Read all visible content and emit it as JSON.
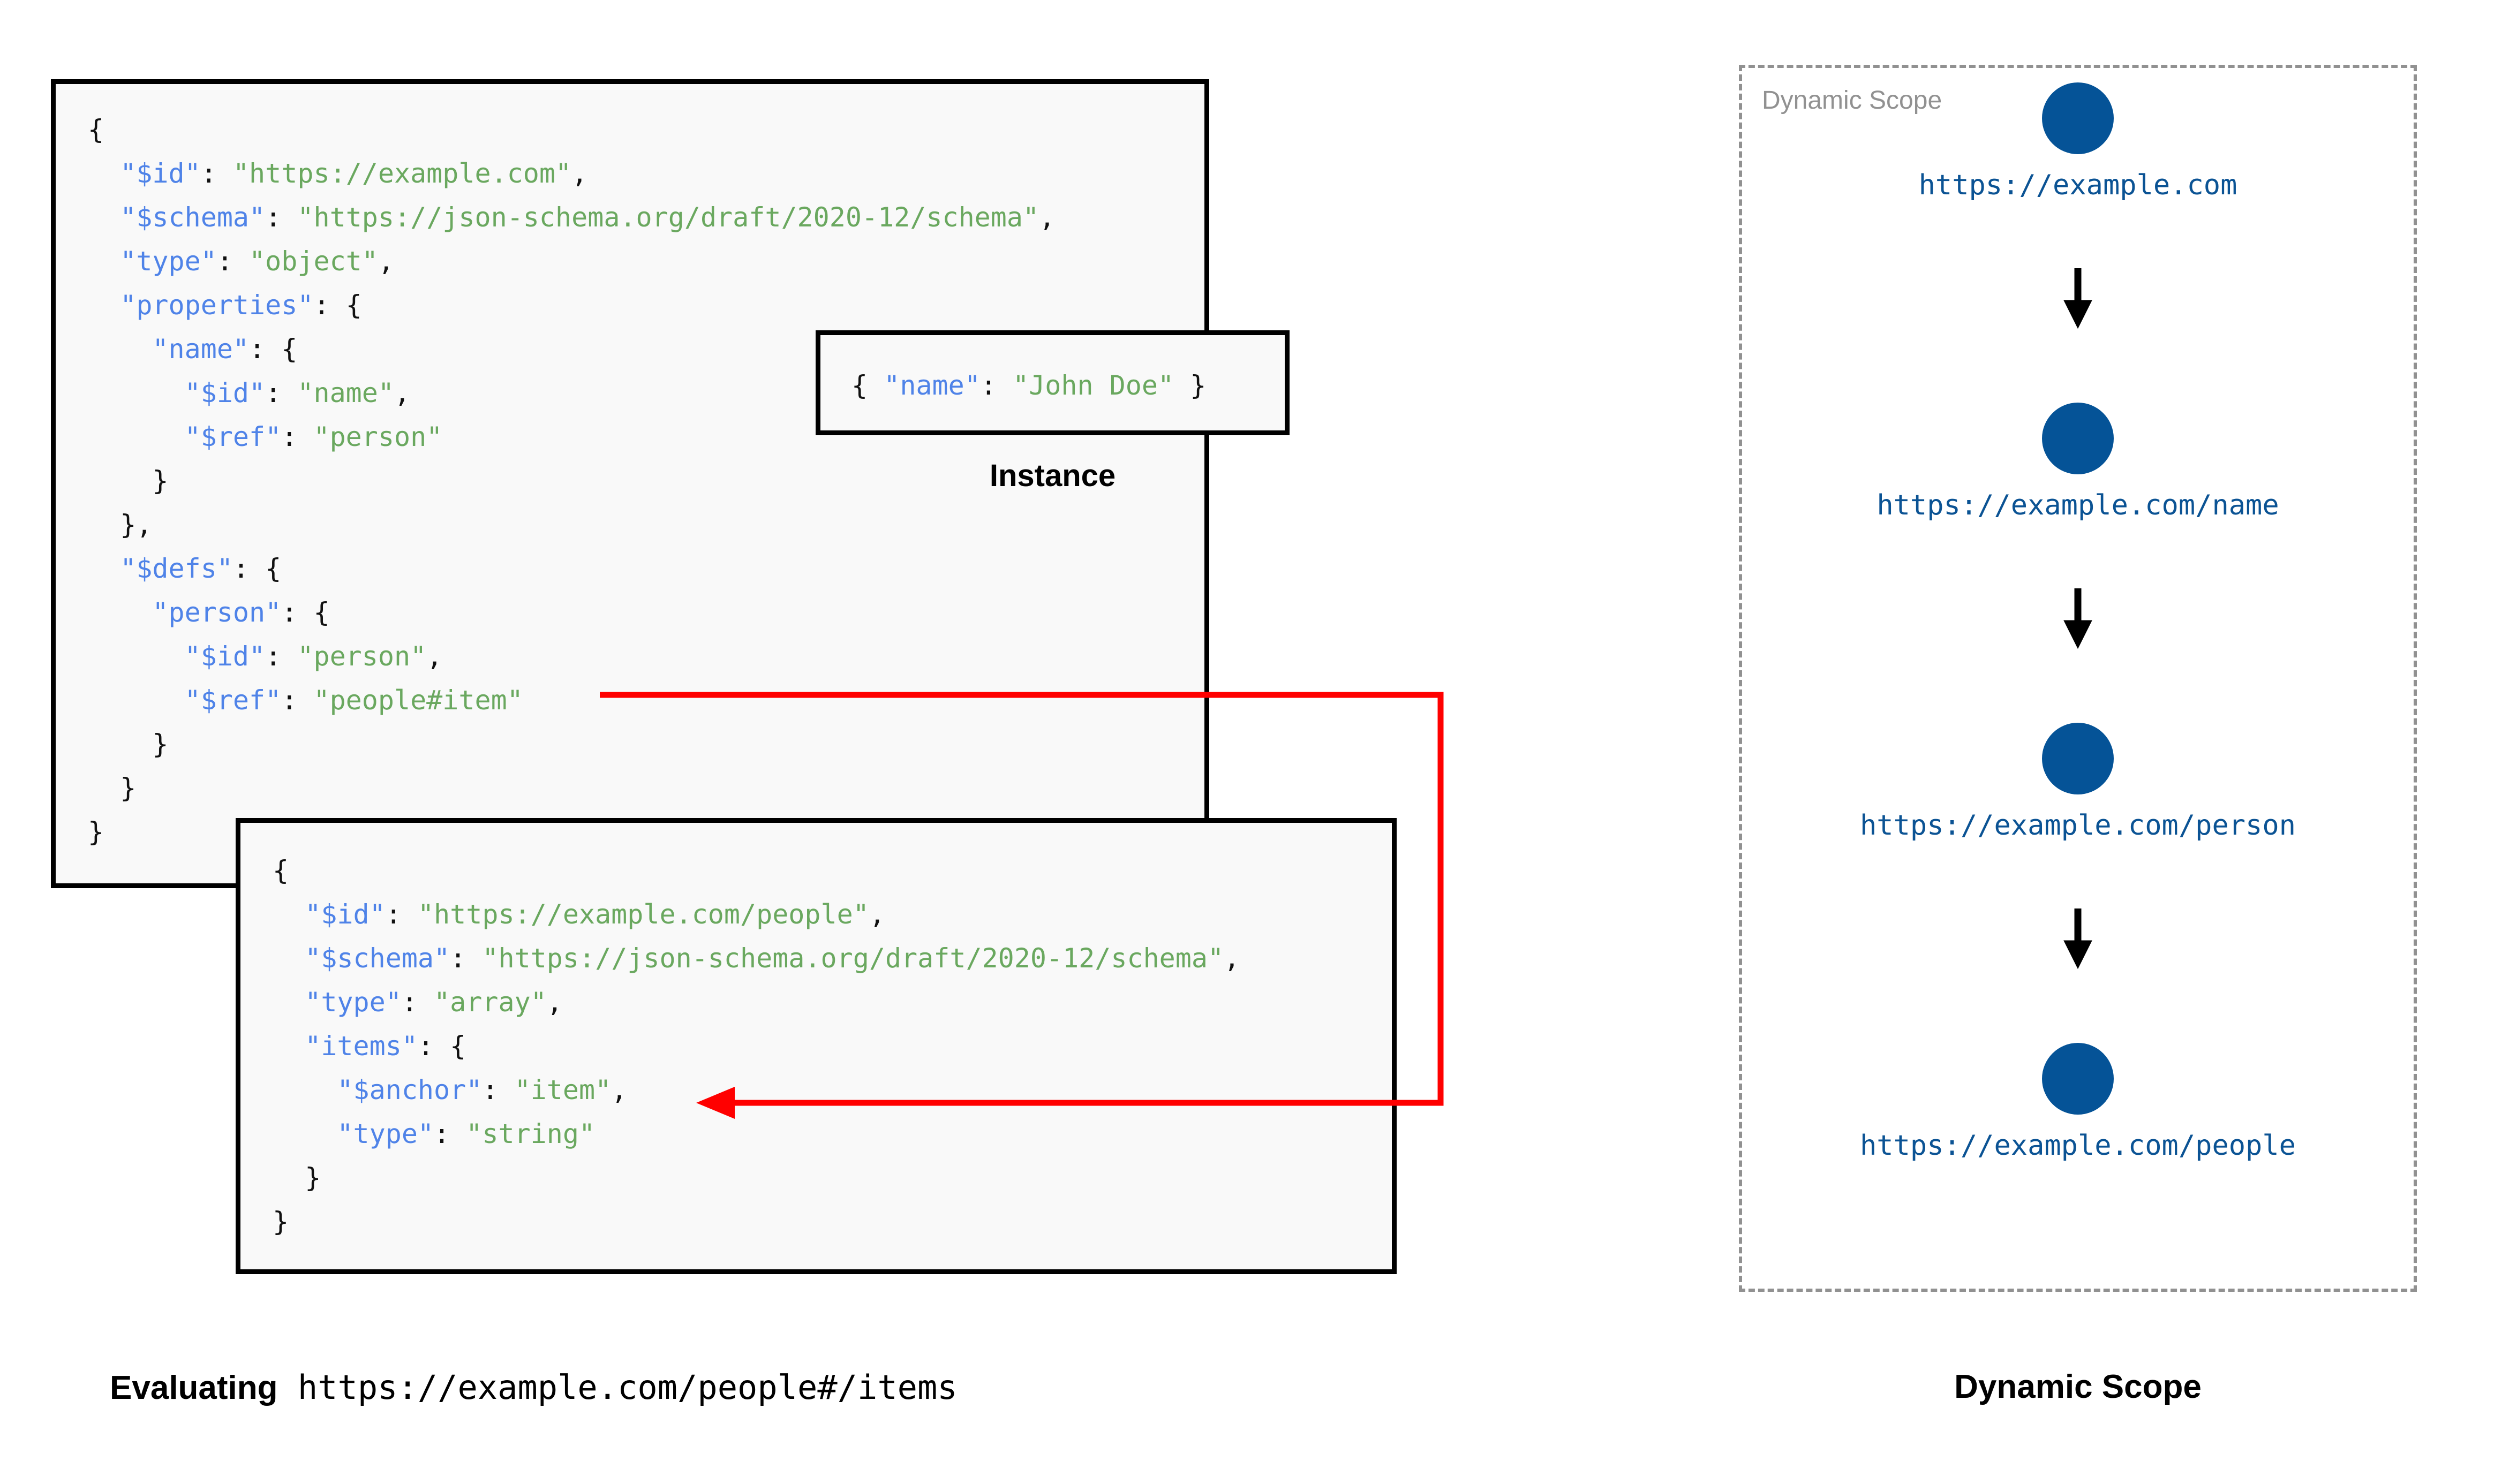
{
  "schema_root": {
    "name": "root-schema",
    "lines": [
      [
        {
          "t": "{",
          "c": "p"
        }
      ],
      [
        {
          "t": "  ",
          "c": "p"
        },
        {
          "t": "\"$id\"",
          "c": "k"
        },
        {
          "t": ": ",
          "c": "p"
        },
        {
          "t": "\"https://example.com\"",
          "c": "s"
        },
        {
          "t": ",",
          "c": "p"
        }
      ],
      [
        {
          "t": "  ",
          "c": "p"
        },
        {
          "t": "\"$schema\"",
          "c": "k"
        },
        {
          "t": ": ",
          "c": "p"
        },
        {
          "t": "\"https://json-schema.org/draft/2020-12/schema\"",
          "c": "s"
        },
        {
          "t": ",",
          "c": "p"
        }
      ],
      [
        {
          "t": "  ",
          "c": "p"
        },
        {
          "t": "\"type\"",
          "c": "k"
        },
        {
          "t": ": ",
          "c": "p"
        },
        {
          "t": "\"object\"",
          "c": "s"
        },
        {
          "t": ",",
          "c": "p"
        }
      ],
      [
        {
          "t": "  ",
          "c": "p"
        },
        {
          "t": "\"properties\"",
          "c": "k"
        },
        {
          "t": ": {",
          "c": "p"
        }
      ],
      [
        {
          "t": "    ",
          "c": "p"
        },
        {
          "t": "\"name\"",
          "c": "k"
        },
        {
          "t": ": {",
          "c": "p"
        }
      ],
      [
        {
          "t": "      ",
          "c": "p"
        },
        {
          "t": "\"$id\"",
          "c": "k"
        },
        {
          "t": ": ",
          "c": "p"
        },
        {
          "t": "\"name\"",
          "c": "s"
        },
        {
          "t": ",",
          "c": "p"
        }
      ],
      [
        {
          "t": "      ",
          "c": "p"
        },
        {
          "t": "\"$ref\"",
          "c": "k"
        },
        {
          "t": ": ",
          "c": "p"
        },
        {
          "t": "\"person\"",
          "c": "s"
        }
      ],
      [
        {
          "t": "    }",
          "c": "p"
        }
      ],
      [
        {
          "t": "  },",
          "c": "p"
        }
      ],
      [
        {
          "t": "  ",
          "c": "p"
        },
        {
          "t": "\"$defs\"",
          "c": "k"
        },
        {
          "t": ": {",
          "c": "p"
        }
      ],
      [
        {
          "t": "    ",
          "c": "p"
        },
        {
          "t": "\"person\"",
          "c": "k"
        },
        {
          "t": ": {",
          "c": "p"
        }
      ],
      [
        {
          "t": "      ",
          "c": "p"
        },
        {
          "t": "\"$id\"",
          "c": "k"
        },
        {
          "t": ": ",
          "c": "p"
        },
        {
          "t": "\"person\"",
          "c": "s"
        },
        {
          "t": ",",
          "c": "p"
        }
      ],
      [
        {
          "t": "      ",
          "c": "p"
        },
        {
          "t": "\"$ref\"",
          "c": "k"
        },
        {
          "t": ": ",
          "c": "p"
        },
        {
          "t": "\"people#item\"",
          "c": "s"
        }
      ],
      [
        {
          "t": "    }",
          "c": "p"
        }
      ],
      [
        {
          "t": "  }",
          "c": "p"
        }
      ],
      [
        {
          "t": "}",
          "c": "p"
        }
      ]
    ]
  },
  "instance": {
    "caption": "Instance",
    "lines": [
      [
        {
          "t": "{ ",
          "c": "p"
        },
        {
          "t": "\"name\"",
          "c": "k"
        },
        {
          "t": ": ",
          "c": "p"
        },
        {
          "t": "\"John Doe\"",
          "c": "s"
        },
        {
          "t": " }",
          "c": "p"
        }
      ]
    ]
  },
  "schema_people": {
    "name": "people-schema",
    "lines": [
      [
        {
          "t": "{",
          "c": "p"
        }
      ],
      [
        {
          "t": "  ",
          "c": "p"
        },
        {
          "t": "\"$id\"",
          "c": "k"
        },
        {
          "t": ": ",
          "c": "p"
        },
        {
          "t": "\"https://example.com/people\"",
          "c": "s"
        },
        {
          "t": ",",
          "c": "p"
        }
      ],
      [
        {
          "t": "  ",
          "c": "p"
        },
        {
          "t": "\"$schema\"",
          "c": "k"
        },
        {
          "t": ": ",
          "c": "p"
        },
        {
          "t": "\"https://json-schema.org/draft/2020-12/schema\"",
          "c": "s"
        },
        {
          "t": ",",
          "c": "p"
        }
      ],
      [
        {
          "t": "  ",
          "c": "p"
        },
        {
          "t": "\"type\"",
          "c": "k"
        },
        {
          "t": ": ",
          "c": "p"
        },
        {
          "t": "\"array\"",
          "c": "s"
        },
        {
          "t": ",",
          "c": "p"
        }
      ],
      [
        {
          "t": "  ",
          "c": "p"
        },
        {
          "t": "\"items\"",
          "c": "k"
        },
        {
          "t": ": {",
          "c": "p"
        }
      ],
      [
        {
          "t": "    ",
          "c": "p"
        },
        {
          "t": "\"$anchor\"",
          "c": "k"
        },
        {
          "t": ": ",
          "c": "p"
        },
        {
          "t": "\"item\"",
          "c": "s"
        },
        {
          "t": ",",
          "c": "p"
        }
      ],
      [
        {
          "t": "    ",
          "c": "p"
        },
        {
          "t": "\"type\"",
          "c": "k"
        },
        {
          "t": ": ",
          "c": "p"
        },
        {
          "t": "\"string\"",
          "c": "s"
        }
      ],
      [
        {
          "t": "  }",
          "c": "p"
        }
      ],
      [
        {
          "t": "}",
          "c": "p"
        }
      ]
    ]
  },
  "captions": {
    "left_bold": "Evaluating",
    "left_mono": " https://example.com/people#/items",
    "right": "Dynamic Scope"
  },
  "dynamic_scope": {
    "label": "Dynamic Scope",
    "nodes": [
      {
        "url": "https://example.com"
      },
      {
        "url": "https://example.com/name"
      },
      {
        "url": "https://example.com/person"
      },
      {
        "url": "https://example.com/people"
      }
    ]
  },
  "colors": {
    "json_key": "#4f83e8",
    "json_string": "#6aa85f",
    "arrow_red": "#ff0000",
    "node_blue": "#055397",
    "scope_gray": "#919191",
    "box_bg": "#f9f9f9"
  }
}
